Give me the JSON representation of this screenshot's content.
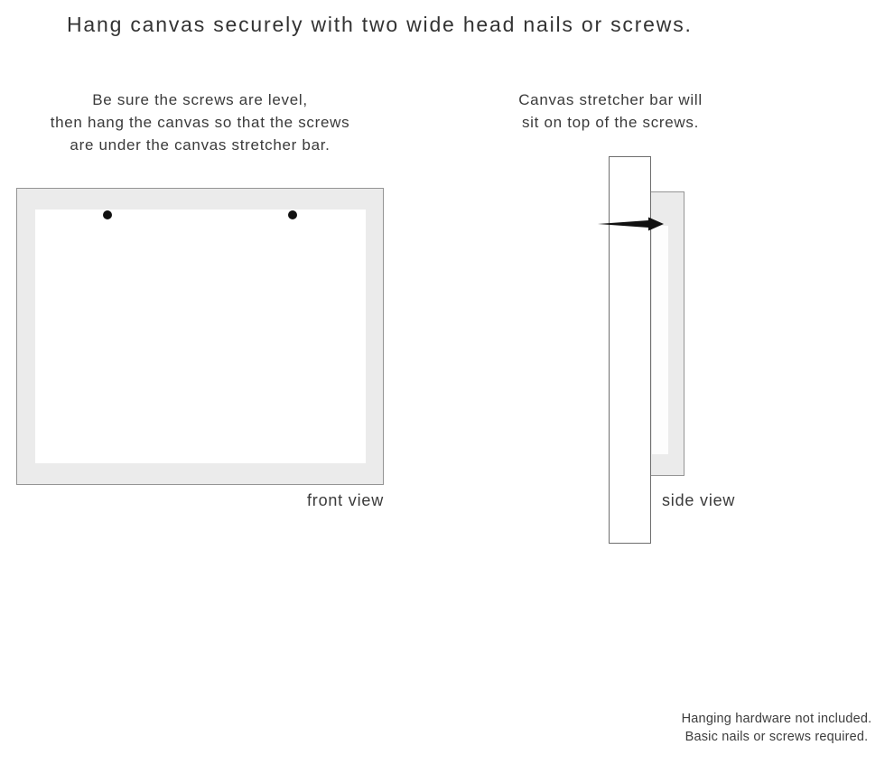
{
  "title": "Hang canvas securely with two wide head nails or screws.",
  "instructions": {
    "front": {
      "line1": "Be sure the screws are level,",
      "line2": "then hang the canvas so that the screws",
      "line3": "are under the canvas stretcher bar."
    },
    "side": {
      "line1": "Canvas stretcher bar will",
      "line2": "sit on top of the screws."
    }
  },
  "front_view": {
    "label": "front view"
  },
  "side_view": {
    "label": "side view"
  },
  "footer": {
    "line1": "Hanging hardware not included.",
    "line2": "Basic nails or screws required."
  },
  "colors": {
    "page_bg": "#ffffff",
    "text_color": "#3a3a3a",
    "frame_fill": "#ebebeb",
    "frame_border": "#949494",
    "wall_border": "#6e6e6e",
    "nail_color": "#111111",
    "canvas_face": "#ffffff"
  }
}
